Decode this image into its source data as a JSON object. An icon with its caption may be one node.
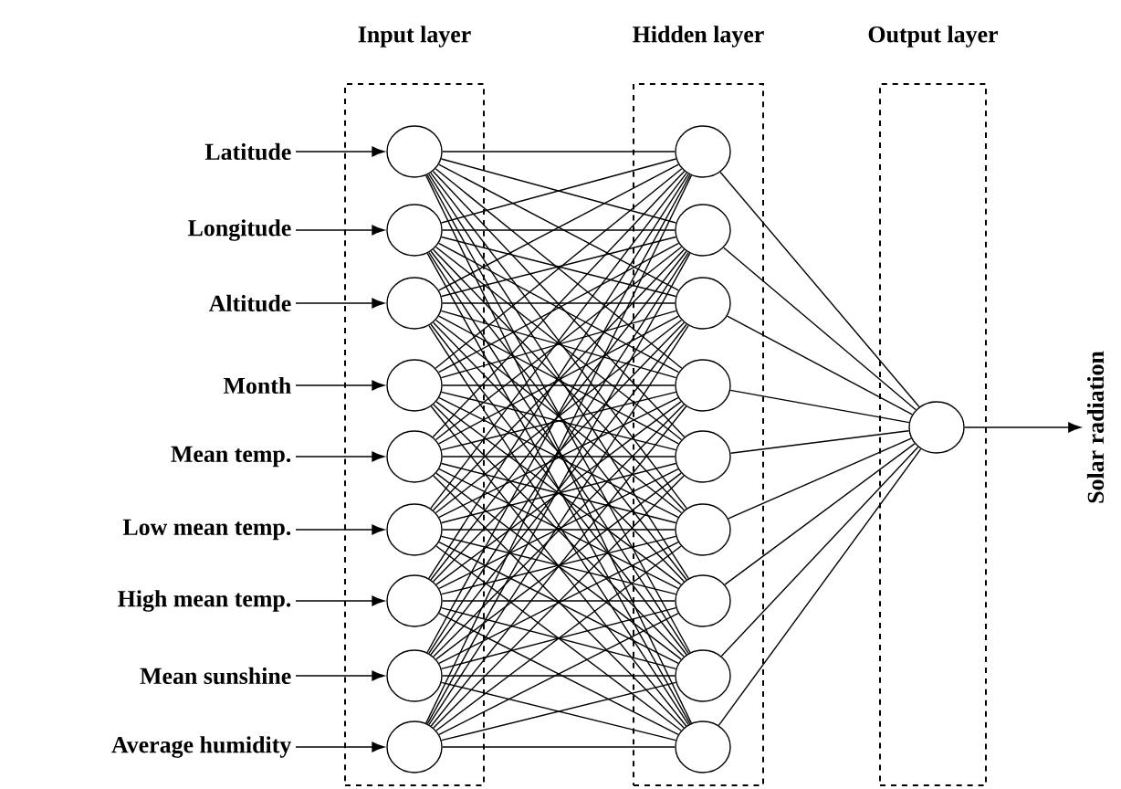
{
  "diagram": {
    "nodes": [
      {
        "text": [
          "Input layer"
        ]
      },
      {
        "text": [
          "Hidden layer"
        ]
      },
      {
        "text": [
          "Output layer"
        ]
      },
      {
        "text": [],
        "shape": "circle",
        "in": 0
      },
      {
        "text": [],
        "shape": "circle",
        "in": 0
      },
      {
        "text": [],
        "shape": "circle",
        "in": 0
      },
      {
        "text": [],
        "shape": "circle",
        "in": 0
      },
      {
        "text": [],
        "shape": "circle",
        "in": 0
      },
      {
        "text": [],
        "shape": "circle",
        "in": 0
      },
      {
        "text": [],
        "shape": "circle",
        "in": 0
      },
      {
        "text": [],
        "shape": "circle",
        "in": 0
      },
      {
        "text": [],
        "shape": "circle",
        "in": 0
      },
      {
        "text": [],
        "shape": "circle",
        "in": 1
      },
      {
        "text": [],
        "shape": "circle",
        "in": 1
      },
      {
        "text": [],
        "shape": "circle",
        "in": 1
      },
      {
        "text": [],
        "shape": "circle",
        "in": 1
      },
      {
        "text": [],
        "shape": "circle",
        "in": 1
      },
      {
        "text": [],
        "shape": "circle",
        "in": 1
      },
      {
        "text": [],
        "shape": "circle",
        "in": 1
      },
      {
        "text": [],
        "shape": "circle",
        "in": 1
      },
      {
        "text": [],
        "shape": "circle",
        "in": 1
      },
      {
        "text": [],
        "shape": "circle",
        "in": 2
      },
      {
        "text": [
          "Latitude"
        ]
      },
      {
        "text": [
          "Longitude"
        ]
      },
      {
        "text": [
          "Altitude"
        ]
      },
      {
        "text": [
          "Month"
        ]
      },
      {
        "text": [
          "Mean temp."
        ]
      },
      {
        "text": [
          "Low mean temp."
        ]
      },
      {
        "text": [
          "High mean temp."
        ]
      },
      {
        "text": [
          "Mean sunshine"
        ]
      },
      {
        "text": [
          "Average humidity"
        ]
      },
      {
        "text": [
          "Solar radiation"
        ]
      }
    ],
    "edges": [
      {
        "from": 22,
        "to": 3,
        "arrow": "to"
      },
      {
        "from": 23,
        "to": 4,
        "arrow": "to"
      },
      {
        "from": 24,
        "to": 5,
        "arrow": "to"
      },
      {
        "from": 25,
        "to": 6,
        "arrow": "to"
      },
      {
        "from": 26,
        "to": 7,
        "arrow": "to"
      },
      {
        "from": 27,
        "to": 8,
        "arrow": "to"
      },
      {
        "from": 28,
        "to": 9,
        "arrow": "to"
      },
      {
        "from": 29,
        "to": 10,
        "arrow": "to"
      },
      {
        "from": 30,
        "to": 11,
        "arrow": "to"
      },
      {
        "from": 3,
        "to": 12,
        "arrow": "none"
      },
      {
        "from": 3,
        "to": 13,
        "arrow": "none"
      },
      {
        "from": 3,
        "to": 14,
        "arrow": "none"
      },
      {
        "from": 3,
        "to": 15,
        "arrow": "none"
      },
      {
        "from": 3,
        "to": 16,
        "arrow": "none"
      },
      {
        "from": 3,
        "to": 17,
        "arrow": "none"
      },
      {
        "from": 3,
        "to": 18,
        "arrow": "none"
      },
      {
        "from": 3,
        "to": 19,
        "arrow": "none"
      },
      {
        "from": 3,
        "to": 20,
        "arrow": "none"
      },
      {
        "from": 4,
        "to": 12,
        "arrow": "none"
      },
      {
        "from": 4,
        "to": 13,
        "arrow": "none"
      },
      {
        "from": 4,
        "to": 14,
        "arrow": "none"
      },
      {
        "from": 4,
        "to": 15,
        "arrow": "none"
      },
      {
        "from": 4,
        "to": 16,
        "arrow": "none"
      },
      {
        "from": 4,
        "to": 17,
        "arrow": "none"
      },
      {
        "from": 4,
        "to": 18,
        "arrow": "none"
      },
      {
        "from": 4,
        "to": 19,
        "arrow": "none"
      },
      {
        "from": 4,
        "to": 20,
        "arrow": "none"
      },
      {
        "from": 5,
        "to": 12,
        "arrow": "none"
      },
      {
        "from": 5,
        "to": 13,
        "arrow": "none"
      },
      {
        "from": 5,
        "to": 14,
        "arrow": "none"
      },
      {
        "from": 5,
        "to": 15,
        "arrow": "none"
      },
      {
        "from": 5,
        "to": 16,
        "arrow": "none"
      },
      {
        "from": 5,
        "to": 17,
        "arrow": "none"
      },
      {
        "from": 5,
        "to": 18,
        "arrow": "none"
      },
      {
        "from": 5,
        "to": 19,
        "arrow": "none"
      },
      {
        "from": 5,
        "to": 20,
        "arrow": "none"
      },
      {
        "from": 6,
        "to": 12,
        "arrow": "none"
      },
      {
        "from": 6,
        "to": 13,
        "arrow": "none"
      },
      {
        "from": 6,
        "to": 14,
        "arrow": "none"
      },
      {
        "from": 6,
        "to": 15,
        "arrow": "none"
      },
      {
        "from": 6,
        "to": 16,
        "arrow": "none"
      },
      {
        "from": 6,
        "to": 17,
        "arrow": "none"
      },
      {
        "from": 6,
        "to": 18,
        "arrow": "none"
      },
      {
        "from": 6,
        "to": 19,
        "arrow": "none"
      },
      {
        "from": 6,
        "to": 20,
        "arrow": "none"
      },
      {
        "from": 7,
        "to": 12,
        "arrow": "none"
      },
      {
        "from": 7,
        "to": 13,
        "arrow": "none"
      },
      {
        "from": 7,
        "to": 14,
        "arrow": "none"
      },
      {
        "from": 7,
        "to": 15,
        "arrow": "none"
      },
      {
        "from": 7,
        "to": 16,
        "arrow": "none"
      },
      {
        "from": 7,
        "to": 17,
        "arrow": "none"
      },
      {
        "from": 7,
        "to": 18,
        "arrow": "none"
      },
      {
        "from": 7,
        "to": 19,
        "arrow": "none"
      },
      {
        "from": 7,
        "to": 20,
        "arrow": "none"
      },
      {
        "from": 8,
        "to": 12,
        "arrow": "none"
      },
      {
        "from": 8,
        "to": 13,
        "arrow": "none"
      },
      {
        "from": 8,
        "to": 14,
        "arrow": "none"
      },
      {
        "from": 8,
        "to": 15,
        "arrow": "none"
      },
      {
        "from": 8,
        "to": 16,
        "arrow": "none"
      },
      {
        "from": 8,
        "to": 17,
        "arrow": "none"
      },
      {
        "from": 8,
        "to": 18,
        "arrow": "none"
      },
      {
        "from": 8,
        "to": 19,
        "arrow": "none"
      },
      {
        "from": 8,
        "to": 20,
        "arrow": "none"
      },
      {
        "from": 9,
        "to": 12,
        "arrow": "none"
      },
      {
        "from": 9,
        "to": 13,
        "arrow": "none"
      },
      {
        "from": 9,
        "to": 14,
        "arrow": "none"
      },
      {
        "from": 9,
        "to": 15,
        "arrow": "none"
      },
      {
        "from": 9,
        "to": 16,
        "arrow": "none"
      },
      {
        "from": 9,
        "to": 17,
        "arrow": "none"
      },
      {
        "from": 9,
        "to": 18,
        "arrow": "none"
      },
      {
        "from": 9,
        "to": 19,
        "arrow": "none"
      },
      {
        "from": 9,
        "to": 20,
        "arrow": "none"
      },
      {
        "from": 10,
        "to": 12,
        "arrow": "none"
      },
      {
        "from": 10,
        "to": 13,
        "arrow": "none"
      },
      {
        "from": 10,
        "to": 14,
        "arrow": "none"
      },
      {
        "from": 10,
        "to": 15,
        "arrow": "none"
      },
      {
        "from": 10,
        "to": 16,
        "arrow": "none"
      },
      {
        "from": 10,
        "to": 17,
        "arrow": "none"
      },
      {
        "from": 10,
        "to": 18,
        "arrow": "none"
      },
      {
        "from": 10,
        "to": 19,
        "arrow": "none"
      },
      {
        "from": 10,
        "to": 20,
        "arrow": "none"
      },
      {
        "from": 11,
        "to": 12,
        "arrow": "none"
      },
      {
        "from": 11,
        "to": 13,
        "arrow": "none"
      },
      {
        "from": 11,
        "to": 14,
        "arrow": "none"
      },
      {
        "from": 11,
        "to": 15,
        "arrow": "none"
      },
      {
        "from": 11,
        "to": 16,
        "arrow": "none"
      },
      {
        "from": 11,
        "to": 17,
        "arrow": "none"
      },
      {
        "from": 11,
        "to": 18,
        "arrow": "none"
      },
      {
        "from": 11,
        "to": 19,
        "arrow": "none"
      },
      {
        "from": 11,
        "to": 20,
        "arrow": "none"
      },
      {
        "from": 12,
        "to": 21,
        "arrow": "none"
      },
      {
        "from": 13,
        "to": 21,
        "arrow": "none"
      },
      {
        "from": 14,
        "to": 21,
        "arrow": "none"
      },
      {
        "from": 15,
        "to": 21,
        "arrow": "none"
      },
      {
        "from": 16,
        "to": 21,
        "arrow": "none"
      },
      {
        "from": 17,
        "to": 21,
        "arrow": "none"
      },
      {
        "from": 18,
        "to": 21,
        "arrow": "none"
      },
      {
        "from": 19,
        "to": 21,
        "arrow": "none"
      },
      {
        "from": 20,
        "to": 21,
        "arrow": "none"
      },
      {
        "from": 21,
        "to": 31,
        "arrow": "to"
      }
    ]
  }
}
